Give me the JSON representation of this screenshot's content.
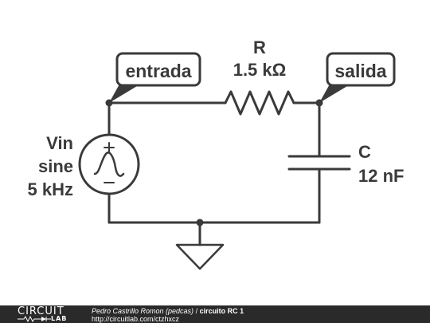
{
  "nodes": {
    "input_label": "entrada",
    "output_label": "salida"
  },
  "resistor": {
    "name": "R",
    "value": "1.5 kΩ"
  },
  "capacitor": {
    "name": "C",
    "value": "12 nF"
  },
  "source": {
    "name": "Vin",
    "type": "sine",
    "frequency": "5 kHz",
    "plus": "+",
    "minus": "−"
  },
  "footer": {
    "logo_top": "CIRCUIT",
    "logo_bottom": "LAB",
    "author": "Pedro Castrillo Romon (pedcas)",
    "separator": " / ",
    "title": "circuito RC 1",
    "url": "http://circuitlab.com/ctzhxcz"
  },
  "colors": {
    "wire": "#3a3a3a",
    "label_bg": "#ffffff",
    "footer_bg": "#2a2a2a"
  }
}
